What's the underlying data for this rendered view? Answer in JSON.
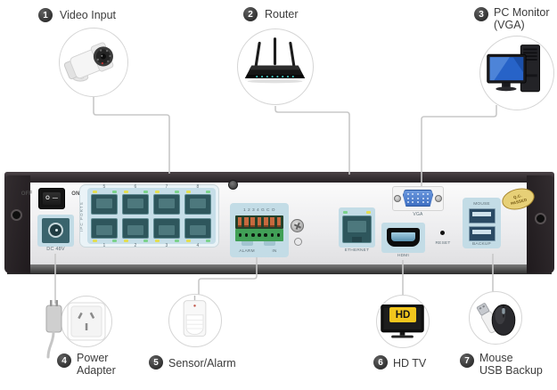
{
  "callouts": {
    "video_input": {
      "num": "1",
      "label": "Video Input"
    },
    "router": {
      "num": "2",
      "label": "Router"
    },
    "pc_monitor": {
      "num": "3",
      "label": "PC Monitor",
      "label2": "(VGA)"
    },
    "power_adapter": {
      "num": "4",
      "label": "Power",
      "label2": "Adapter"
    },
    "sensor_alarm": {
      "num": "5",
      "label": "Sensor/Alarm"
    },
    "hd_tv": {
      "num": "6",
      "label": "HD TV",
      "logo": "HD"
    },
    "mouse_usb": {
      "num": "7",
      "label": "Mouse",
      "label2": "USB Backup"
    }
  },
  "panel": {
    "power_off": "OFF",
    "power_on": "ON",
    "switch_o": "O",
    "switch_i": "—",
    "dc_label": "DC 48V",
    "ipc_label": "IPC PORTS",
    "ports_top": [
      "5",
      "6",
      "7",
      "8"
    ],
    "ports_bottom": [
      "1",
      "2",
      "3",
      "4"
    ],
    "alarm_header": "1 2 3 4 G C O",
    "alarm_label_left": "ALARM",
    "alarm_label_right": "IN",
    "ethernet_label": "ETHERNET",
    "hdmi_label": "HDMI",
    "vga_label": "VGA",
    "reset_label": "RESET",
    "mouse_label": "MOUSE",
    "backup_label": "BACKUP",
    "seal_line1": "Q.C.",
    "seal_line2": "PASSED"
  },
  "colors": {
    "port_block_blue": "#c3dce6",
    "port_teal": "#2e565c",
    "led_yellow": "#e4df50",
    "led_green": "#7cd38c",
    "alarm_green": "#41a057",
    "pin_orange": "#c6693e",
    "vga_blue": "#4d7fd0",
    "seal_gold": "#e7d077",
    "hd_yellow": "#f2c61d",
    "connector_line": "#c8c8c8"
  }
}
